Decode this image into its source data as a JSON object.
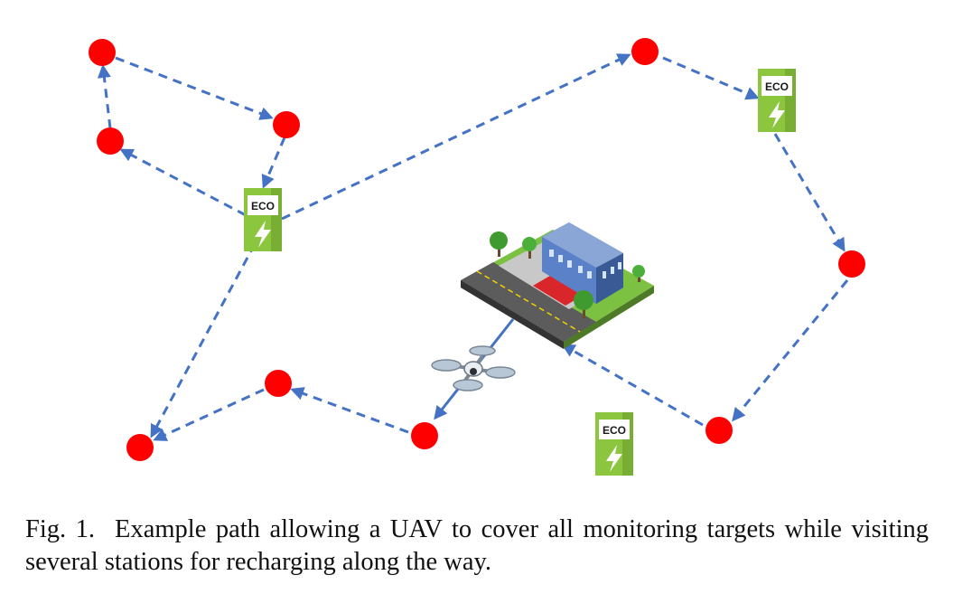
{
  "figure": {
    "station_label": "ECO",
    "caption_label": "Fig. 1.",
    "caption_text": "Example path allowing a UAV to cover all monitoring targets while visiting several stations for recharging along the way."
  },
  "colors": {
    "target": "#ff0000",
    "path": "#4472c4",
    "station_green": "#8cc63f",
    "station_dark": "#6a9e2c"
  },
  "icons": {
    "target": "red-circle-target",
    "station": "eco-charging-station-icon",
    "depot": "building-depot-icon",
    "uav": "quadcopter-drone-icon"
  }
}
